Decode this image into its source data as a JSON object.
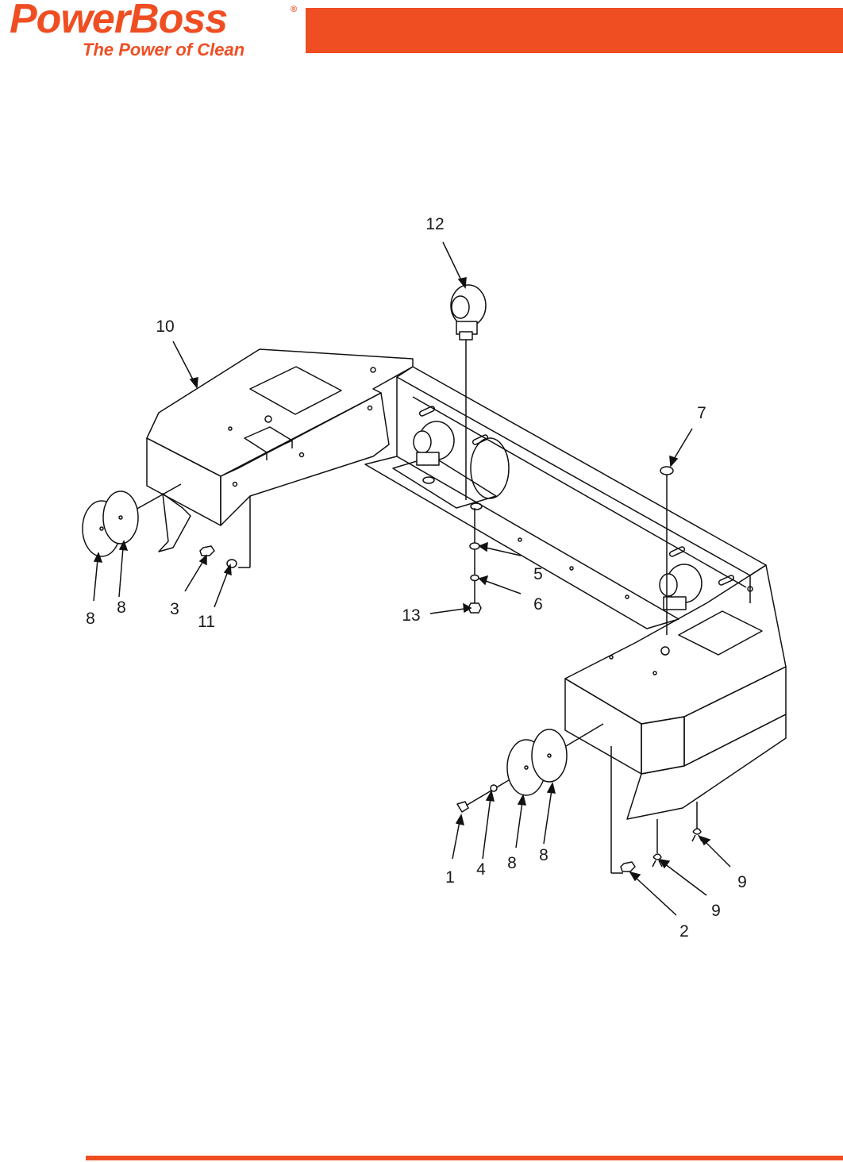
{
  "brand": {
    "name": "PowerBoss",
    "registered": "®",
    "tagline": "The Power of Clean",
    "accent_color": "#ef4e23"
  },
  "callouts": {
    "c1": "1",
    "c2": "2",
    "c3": "3",
    "c4": "4",
    "c5": "5",
    "c6": "6",
    "c7": "7",
    "c8a": "8",
    "c8b": "8",
    "c8c": "8",
    "c8d": "8",
    "c9a": "9",
    "c9b": "9",
    "c10": "10",
    "c11": "11",
    "c12": "12",
    "c13": "13"
  }
}
